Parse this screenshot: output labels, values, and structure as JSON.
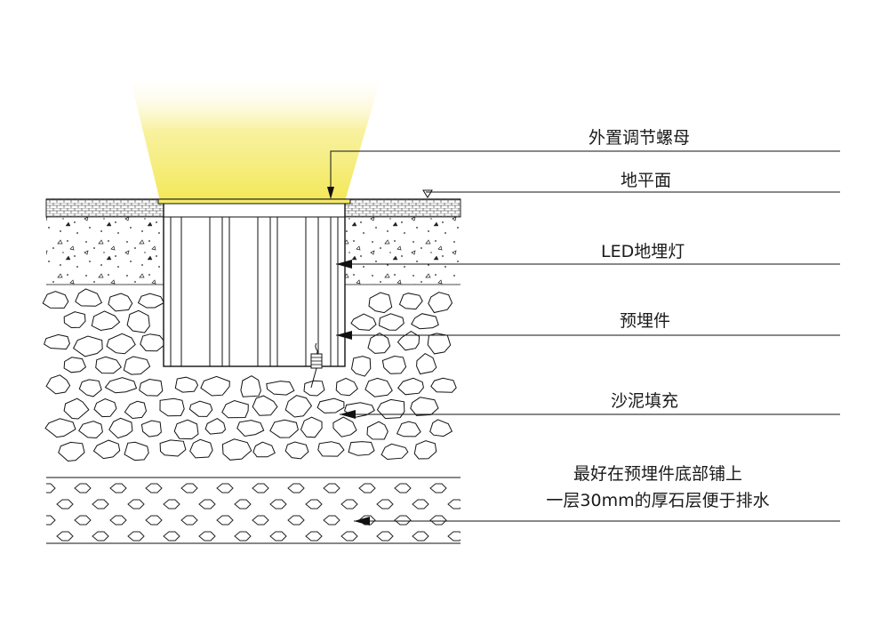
{
  "colors": {
    "beam": "#f7ef8a",
    "line": "#111111"
  },
  "labels": {
    "nut": "外置调节螺母",
    "ground": "地平面",
    "light": "LED地埋灯",
    "embedded": "预埋件",
    "fill": "沙泥填充",
    "note_line1": "最好在预埋件底部铺上",
    "note_line2": "一层30mm的厚石层便于排水"
  }
}
